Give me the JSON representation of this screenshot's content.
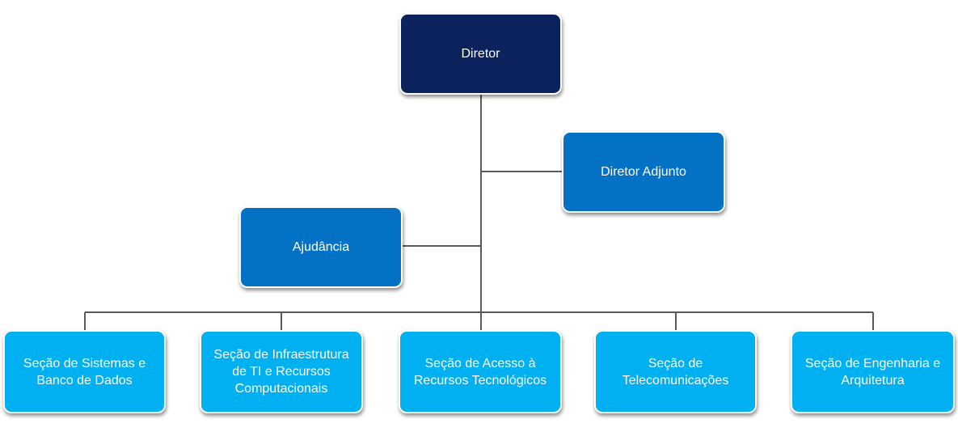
{
  "org_chart": {
    "director": "Diretor",
    "deputy_director": "Diretor Adjunto",
    "assistance": "Ajudância",
    "sections": [
      "Seção de Sistemas e Banco de Dados",
      "Seção de Infraestrutura de TI e Recursos Computacionais",
      "Seção de Acesso à Recursos Tecnológicos",
      "Seção de Telecomunicações",
      "Seção de Engenharia e Arquitetura"
    ]
  },
  "colors": {
    "director_fill": "#0c225d",
    "staff_fill": "#0472c4",
    "section_fill": "#00b0f0",
    "connector": "#595959",
    "text": "#ffffff"
  }
}
